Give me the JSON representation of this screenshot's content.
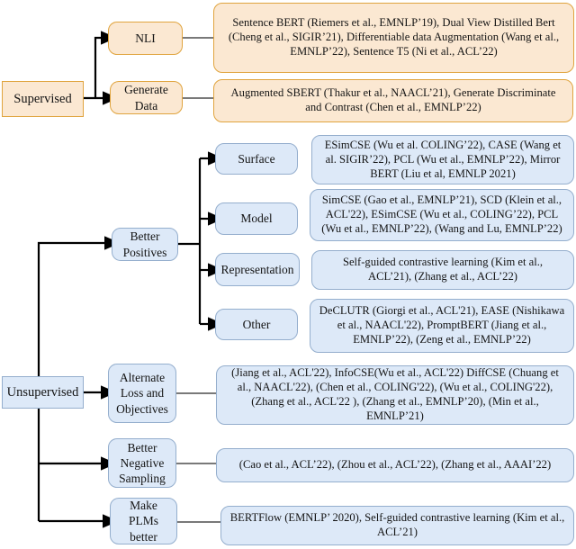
{
  "colors": {
    "orange_fill": "#fbe8d2",
    "orange_border": "#e0a43e",
    "blue_fill": "#dde9f8",
    "blue_border": "#94aecd",
    "arrow": "#000000",
    "connector": "#4d4d4d"
  },
  "nodes": {
    "supervised": {
      "label": "Supervised"
    },
    "nli": {
      "label": "NLI",
      "content": "Sentence BERT (Riemers et al., EMNLP’19),  Dual View Distilled Bert (Cheng et al., SIGIR’21), Differentiable data Augmentation (Wang et al., EMNLP’22), Sentence T5 (Ni et al., ACL’22)"
    },
    "generate_data": {
      "label": "Generate Data",
      "content": "Augmented SBERT (Thakur et al., NAACL’21), Generate Discriminate and Contrast (Chen et al., EMNLP’22)"
    },
    "unsupervised": {
      "label": "Unsupervised"
    },
    "better_positives": {
      "label": "Better Positives"
    },
    "surface": {
      "label": "Surface",
      "content": "ESimCSE (Wu et al. COLING’22), CASE (Wang et al. SIGIR’22), PCL (Wu et al., EMNLP’22), Mirror BERT (Liu et al, EMNLP 2021)"
    },
    "model": {
      "label": "Model",
      "content": "SimCSE (Gao et al., EMNLP’21),  SCD (Klein et al., ACL'22), ESimCSE (Wu et al., COLING’22), PCL (Wu et al., EMNLP’22), (Wang and Lu, EMNLP’22)"
    },
    "representation": {
      "label": "Representation",
      "content": "Self-guided contrastive learning (Kim et al., ACL’21), (Zhang et al., ACL’22)"
    },
    "other": {
      "label": "Other",
      "content": "DeCLUTR (Giorgi et al.,  ACL'21), EASE (Nishikawa et al., NAACL'22), PromptBERT (Jiang et al., EMNLP’22), (Zeng et al., EMNLP’22)"
    },
    "alternate_loss": {
      "label": "Alternate Loss and Objectives",
      "content": "(Jiang et al.,  ACL'22), InfoCSE(Wu et al., ACL'22) DiffCSE (Chuang et al., NAACL'22), (Chen et al.,  COLING'22), (Wu et al., COLING'22), (Zhang et al., ACL'22 ), (Zhang et al., EMNLP’20), (Min et al., EMNLP’21)"
    },
    "better_negative": {
      "label": "Better Negative Sampling",
      "content": "(Cao et al., ACL’22),  (Zhou et al., ACL’22), (Zhang et al., AAAI’22)"
    },
    "make_plms": {
      "label": "Make PLMs better",
      "content": "BERTFlow (EMNLP’ 2020), Self-guided contrastive learning (Kim et al., ACL’21)"
    }
  }
}
